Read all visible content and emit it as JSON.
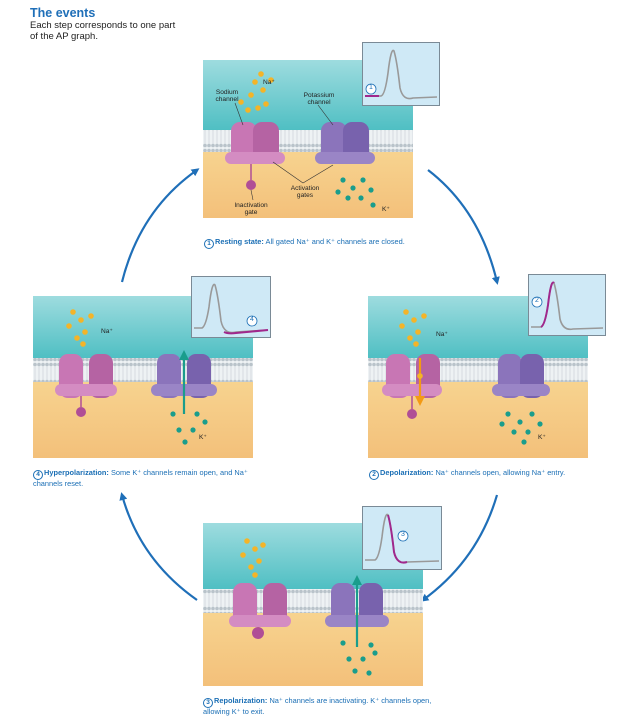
{
  "header": {
    "title": "The events",
    "subtitle": "Each step corresponds to one part of the AP graph."
  },
  "labels": {
    "sodium_channel": "Sodium channel",
    "potassium_channel": "Potassium channel",
    "na_ion": "Na⁺",
    "k_ion": "K⁺",
    "activation_gates": "Activation gates",
    "inactivation_gate": "Inactivation gate"
  },
  "steps": [
    {
      "number": "1",
      "title": "Resting state:",
      "text": "All gated Na⁺ and K⁺ channels are closed."
    },
    {
      "number": "2",
      "title": "Depolarization:",
      "text": "Na⁺ channels open, allowing Na⁺ entry."
    },
    {
      "number": "3",
      "title": "Repolarization:",
      "text": "Na⁺ channels are inactivating. K⁺ channels open, allowing K⁺ to exit."
    },
    {
      "number": "4",
      "title": "Hyperpolarization:",
      "text": "Some K⁺ channels remain open, and Na⁺ channels reset."
    }
  ],
  "colors": {
    "cycle_arrow": "#1f6fb8",
    "caption": "#1b6fb5",
    "extracellular": "#5fc4c8",
    "intracellular": "#f7cd85",
    "sodium_channel": "#c876b4",
    "potassium_channel": "#8b74bb",
    "na_ion": "#f4b428",
    "k_ion": "#1a9d8c",
    "graph_highlight": "#a0288c"
  }
}
